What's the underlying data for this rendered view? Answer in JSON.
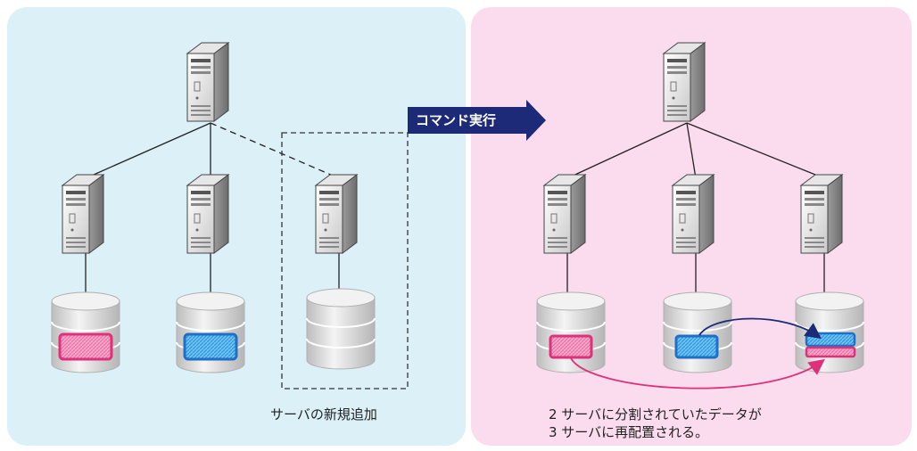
{
  "command_label": "コマンド実行",
  "caption_left": "サーバの新規追加",
  "caption_right_line1": "2 サーバに分割されていたデータが",
  "caption_right_line2": "3 サーバに再配置される。",
  "colors": {
    "left_panel": "#dcf0f8",
    "right_panel": "#fbdcee",
    "arrow": "#1d2a78",
    "pink_data": "#e0307a",
    "blue_data": "#2a9be8",
    "blue_arrow": "#1d2a78",
    "pink_arrow": "#e0307a"
  }
}
